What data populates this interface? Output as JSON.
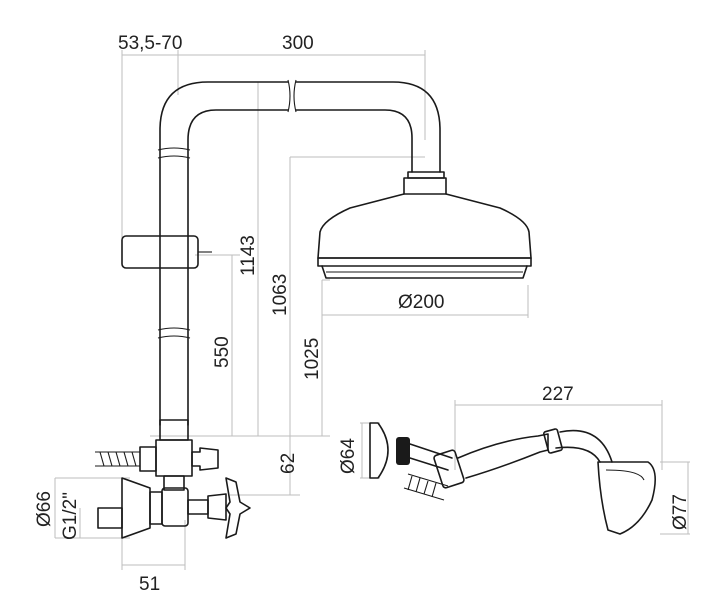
{
  "dimensions": {
    "reach_range": "53,5-70",
    "arm_length": "300",
    "total_height": "1143",
    "height_to_head": "1063",
    "height_to_head_bottom": "1025",
    "slider_height": "550",
    "inlet_to_valve": "62",
    "head_diameter": "Ø200",
    "flange_diameter": "Ø66",
    "thread": "G1/2\"",
    "valve_depth": "51",
    "hand_shower_length": "227",
    "wall_bracket_diameter": "Ø64",
    "hand_shower_diameter": "Ø77"
  }
}
